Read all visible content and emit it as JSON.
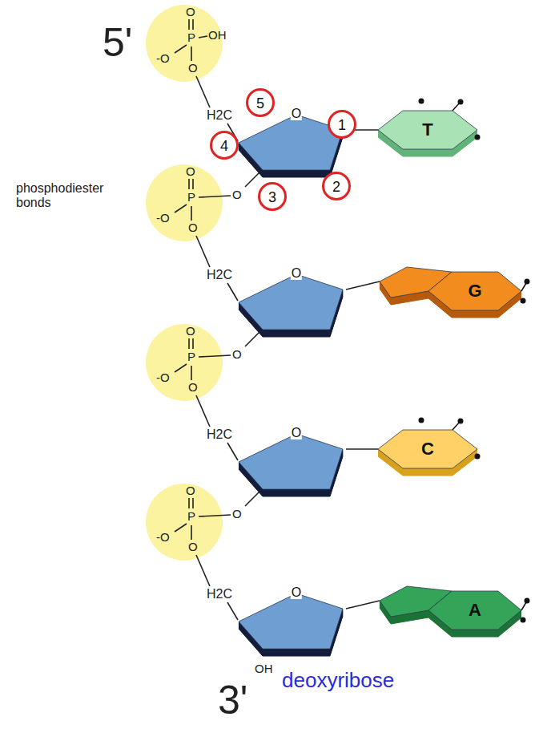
{
  "diagram": {
    "nodes": [
      {
        "text": [
          "O"
        ]
      },
      {
        "text": [
          "T"
        ]
      },
      {
        "text": [
          "5"
        ]
      },
      {
        "text": [
          "1"
        ]
      },
      {
        "text": [
          "4"
        ]
      },
      {
        "text": [
          "3"
        ]
      },
      {
        "text": [
          "2"
        ]
      },
      {
        "text": [
          "O"
        ]
      },
      {
        "text": [
          "G"
        ]
      },
      {
        "text": [
          "O"
        ]
      },
      {
        "text": [
          "C"
        ]
      },
      {
        "text": [
          "O"
        ]
      },
      {
        "text": [
          "A"
        ]
      }
    ],
    "edges": [
      {
        "from": 0,
        "to": 1,
        "arrow": "none"
      },
      {
        "from": 7,
        "to": 8,
        "arrow": "none"
      },
      {
        "from": 9,
        "to": 10,
        "arrow": "none"
      },
      {
        "from": 11,
        "to": 12,
        "arrow": "none"
      }
    ],
    "labels": [
      "5'",
      "O",
      "P",
      "OH",
      "-O",
      "O",
      "H2C",
      "O",
      "P",
      "O",
      "-O",
      "O",
      "H2C",
      "O",
      "P",
      "O",
      "-O",
      "O",
      "H2C",
      "O",
      "P",
      "O",
      "-O",
      "O",
      "H2C",
      "phosphodiester bonds",
      "OH",
      "deoxyribose",
      "3'"
    ]
  }
}
